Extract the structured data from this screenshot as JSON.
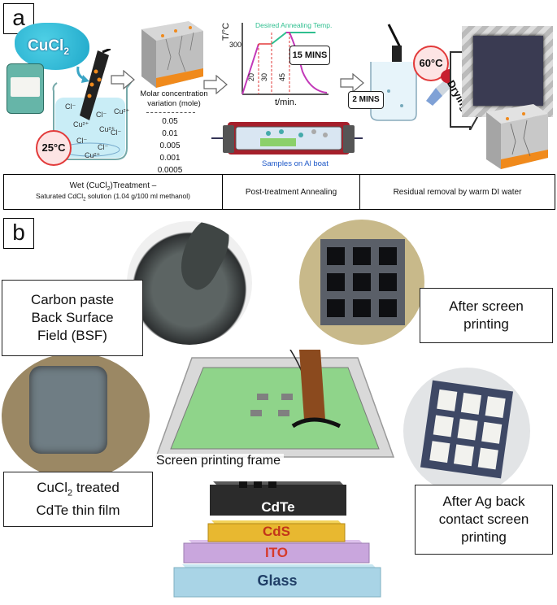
{
  "panel_a": {
    "letter": "a",
    "cucl2_label": "CuCl",
    "cucl2_sub": "2",
    "temp_bath": "25°C",
    "ions": [
      "Cl⁻",
      "Cl⁻",
      "Cl⁻",
      "Cl⁻",
      "Cl⁻",
      "Cu²⁺",
      "Cu²⁺",
      "Cu²⁺",
      "Cu²⁺"
    ],
    "molar_title": "Molar concentration variation (mole)",
    "concentrations": [
      "0.05",
      "0.01",
      "0.005",
      "0.001",
      "0.0005"
    ],
    "anneal_label": "Desired Annealing Temp.",
    "anneal_y_axis": "T/°C",
    "anneal_x_axis": "t/min.",
    "anneal_temp": "300",
    "anneal_ticks": [
      "20",
      "30",
      "45"
    ],
    "anneal_time_box": "15 MINS",
    "boat_label": "Samples on Al boat",
    "rinse_temp": "60°C",
    "rinse_time_box": "2 MINS",
    "drying_label": "Drying",
    "captions": {
      "wet_line1": "Wet (CuCl",
      "wet_sub": "2",
      "wet_line1b": ")Treatment –",
      "wet_line2": "Saturated CdCl",
      "wet_line2_sub": "2",
      "wet_line2b": " solution (1.04 g/100 ml methanol)",
      "anneal": "Post-treatment Annealing",
      "residual": "Residual removal by warm DI water"
    }
  },
  "panel_b": {
    "letter": "b",
    "carbon_box": [
      "Carbon paste",
      "Back Surface",
      "Field (BSF)"
    ],
    "after_screen_box": [
      "After screen",
      "printing"
    ],
    "cucl2_box_line1": "CuCl",
    "cucl2_box_sub": "2",
    "cucl2_box_line1b": " treated",
    "cucl2_box_line2": "CdTe thin film",
    "ag_box": [
      "After Ag back",
      "contact screen",
      "printing"
    ],
    "frame_label": "Screen printing frame",
    "layers": [
      "CdTe",
      "CdS",
      "ITO",
      "Glass"
    ]
  },
  "colors": {
    "orange_layer": "#f08a1c",
    "cds": "#e8b830",
    "ito": "#c9a6dd",
    "glass": "#a9d4e6",
    "cdte": "#2b2b2b",
    "green_screen": "#8fd48a",
    "red_temp": "#e23a3a"
  }
}
